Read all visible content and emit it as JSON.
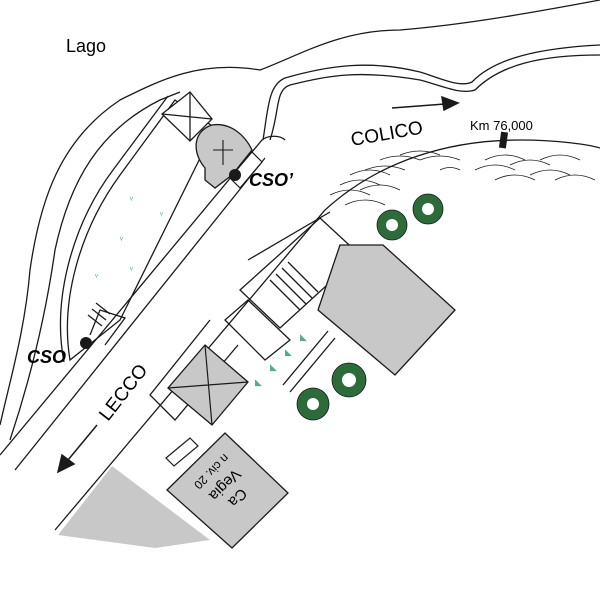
{
  "labels": {
    "lake": "Lago",
    "colico": "COLICO",
    "lecco": "LECCO",
    "km": "Km 76,000",
    "cso": "CSO",
    "cso_prime": "CSO’",
    "building_name_1": "Ca",
    "building_name_2": "Vegia",
    "building_number": "n civ. 20"
  },
  "colors": {
    "line": "#1a1a1a",
    "building_fill": "#c8c8c8",
    "tree_fill": "#2e6b3a",
    "grass": "#5aa88a"
  }
}
